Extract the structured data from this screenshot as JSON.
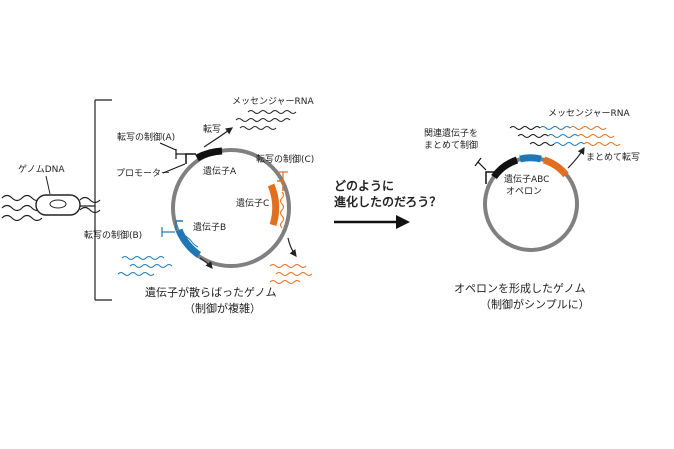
{
  "left_panel": {
    "cell_label": "ゲノムDNA",
    "mrna_label": "メッセンジャーRNA",
    "transcription_label": "転写",
    "control_a": "転写の制御(A)",
    "control_b": "転写の制御(B)",
    "control_c": "転写の制御(C)",
    "promoter_label": "プロモーター",
    "gene_a": "遺伝子A",
    "gene_b": "遺伝子B",
    "gene_c": "遺伝子C",
    "caption_line1": "遺伝子が散らばったゲノム",
    "caption_line2": "（制御が複雑）"
  },
  "middle": {
    "question_line1": "どのように",
    "question_line2": "進化したのだろう？"
  },
  "right_panel": {
    "mrna_label": "メッセンジャーRNA",
    "control_line1": "関連遺伝子を",
    "control_line2": "まとめて制御",
    "transcription_label": "まとめて転写",
    "operon_line1": "遺伝子ABC",
    "operon_line2": "オペロン",
    "caption_line1": "オペロンを形成したゲノム",
    "caption_line2": "（制御がシンプルに）"
  },
  "colors": {
    "gene_a": "#111111",
    "gene_b": "#1f78b4",
    "gene_c": "#e07020",
    "genome_circle": "#808080",
    "line": "#222222"
  }
}
